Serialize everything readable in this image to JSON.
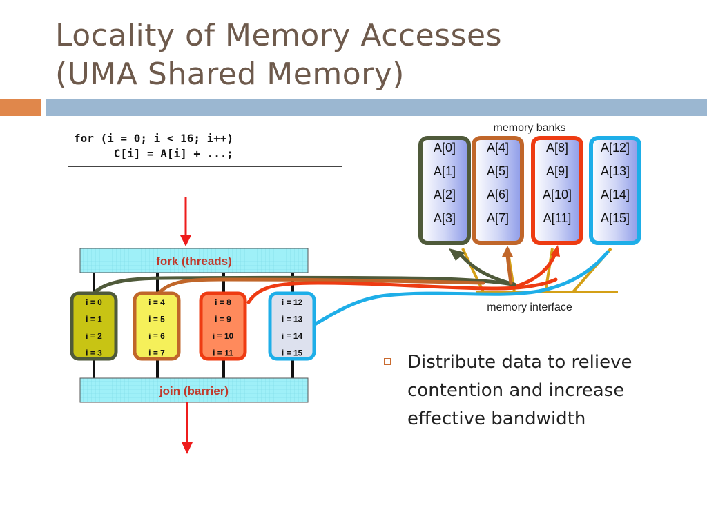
{
  "slide": {
    "title_line1": "Locality of Memory Accesses",
    "title_line2": "(UMA Shared Memory)"
  },
  "code": {
    "line1": "for (i = 0; i < 16; i++)",
    "line2": "      C[i] = A[i] + ...;"
  },
  "diagram": {
    "fork_label": "fork (threads)",
    "join_label": "join (barrier)",
    "memory_banks_label": "memory banks",
    "memory_interface_label": "memory interface",
    "threads": [
      {
        "lines": [
          "i = 0",
          "i = 1",
          "i = 2",
          "i = 3"
        ],
        "fill": "#c8c414",
        "border": "#4f5a3a"
      },
      {
        "lines": [
          "i = 4",
          "i = 5",
          "i = 6",
          "i = 7"
        ],
        "fill": "#f5f05a",
        "border": "#c0662a"
      },
      {
        "lines": [
          "i = 8",
          "i = 9",
          "i = 10",
          "i = 11"
        ],
        "fill": "#ff8a5c",
        "border": "#ee3b12"
      },
      {
        "lines": [
          "i = 12",
          "i = 13",
          "i = 14",
          "i = 15"
        ],
        "fill": "#dde1ee",
        "border": "#1eaee8"
      }
    ],
    "banks": [
      {
        "lines": [
          "A[0]",
          "A[1]",
          "A[2]",
          "A[3]"
        ],
        "border": "#4f5a3a"
      },
      {
        "lines": [
          "A[4]",
          "A[5]",
          "A[6]",
          "A[7]"
        ],
        "border": "#c0662a"
      },
      {
        "lines": [
          "A[8]",
          "A[9]",
          "A[10]",
          "A[11]"
        ],
        "border": "#ee3b12"
      },
      {
        "lines": [
          "A[12]",
          "A[13]",
          "A[14]",
          "A[15]"
        ],
        "border": "#1eaee8"
      }
    ],
    "colors": {
      "arrow_red": "#ee1c1c",
      "cyan_bar": "#9ff0f8",
      "fork_text": "#c0392b",
      "bus_gold": "#d4a017"
    }
  },
  "bullet": {
    "text": "Distribute data to relieve contention and increase effective bandwidth"
  }
}
